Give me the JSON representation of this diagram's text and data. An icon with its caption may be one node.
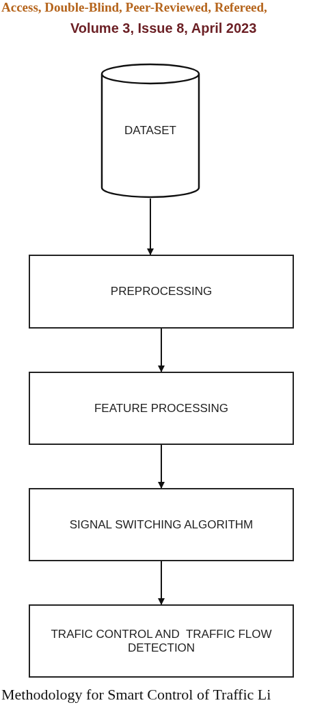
{
  "diagram": {
    "title": "Volume 3, Issue 8, April 2023",
    "caption": "Methodology for Smart Control of Traffic Li",
    "nodes": [
      {
        "text": [
          "DATASET"
        ]
      },
      {
        "text": [
          "PREPROCESSING"
        ]
      },
      {
        "text": [
          "FEATURE PROCESSING"
        ]
      },
      {
        "text": [
          "SIGNAL SWITCHING ALGORITHM"
        ]
      },
      {
        "text": [
          "TRAFIC CONTROL AND  TRAFFIC FLOW DETECTION"
        ]
      }
    ],
    "edges": [
      {
        "from": 0,
        "to": 1,
        "arrow": "to"
      },
      {
        "from": 1,
        "to": 2,
        "arrow": "to"
      },
      {
        "from": 2,
        "to": 3,
        "arrow": "to"
      },
      {
        "from": 3,
        "to": 4,
        "arrow": "to"
      }
    ],
    "labels": [
      "Access, Double-Blind, Peer-Reviewed, Refereed,"
    ]
  }
}
